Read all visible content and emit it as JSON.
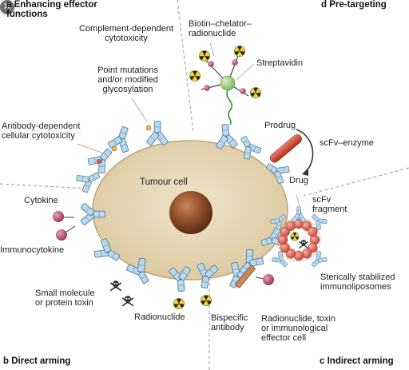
{
  "close_glyph": "✕",
  "panels": {
    "a": {
      "letter": "a",
      "title_line1": "Enhancing effector",
      "title_line2": "functions"
    },
    "b": {
      "letter": "b",
      "title": "Direct arming"
    },
    "c": {
      "letter": "c",
      "title": "Indirect arming"
    },
    "d": {
      "letter": "d",
      "title": "Pre-targeting"
    }
  },
  "labels": {
    "complement": [
      "Complement-dependent",
      "cytotoxicity"
    ],
    "point_mutations": [
      "Point mutations",
      "and/or modified",
      "glycosylation"
    ],
    "adcc": [
      "Antibody-dependent",
      "cellular cytotoxicity"
    ],
    "tumour_cell": "Tumour cell",
    "cytokine": "Cytokine",
    "immunocytokine": "Immunocytokine",
    "small_molecule": [
      "Small molecule",
      "or protein toxin"
    ],
    "radionuclide": "Radionuclide",
    "bispecific": [
      "Bispecific",
      "antibody"
    ],
    "radionuclide_toxin": [
      "Radionuclide, toxin",
      "or immunological",
      "effector cell"
    ],
    "liposomes": [
      "Sterically stabilized",
      "immunoliposomes"
    ],
    "scfv_fragment": [
      "scFv",
      "fragment"
    ],
    "biotin": [
      "Biotin–chelator–",
      "radionuclide"
    ],
    "streptavidin": "Streptavidin",
    "prodrug": "Prodrug",
    "scfv_enzyme": "scFv–enzyme",
    "drug": "Drug"
  },
  "colors": {
    "cell_fill": "#e6d5b3",
    "cell_stroke": "#b9a47a",
    "nucleus": "#8a4a26",
    "antibody": "#bcd9ec",
    "antibody_stroke": "#4f7f9f",
    "cytokine": "#b0506a",
    "radionuclide": "#f0d23a",
    "streptavidin": "#9ccf7a",
    "liposome": "#d96a5c",
    "enzyme": "#d23a2c",
    "divider": "#999999"
  },
  "icons": {
    "radionuclide": "radiation-trefoil-icon",
    "toxin": "skull-crossbones-icon",
    "arrow": "curved-arrow-icon"
  }
}
